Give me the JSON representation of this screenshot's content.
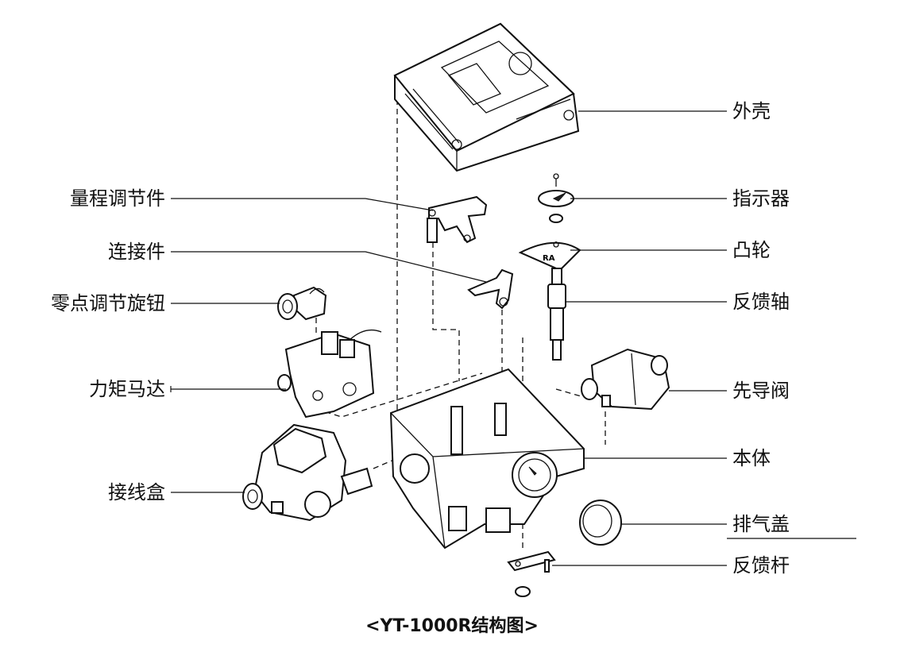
{
  "labels": {
    "housing": "外壳",
    "span_adjuster": "量程调节件",
    "indicator": "指示器",
    "connector": "连接件",
    "cam": "凸轮",
    "zero_knob": "零点调节旋钮",
    "feedback_shaft": "反馈轴",
    "torque_motor": "力矩马达",
    "pilot_valve": "先导阀",
    "body": "本体",
    "junction_box": "接线盒",
    "exhaust_cover": "排气盖",
    "feedback_lever": "反馈杆"
  },
  "cam_marking": "RA",
  "caption": "<YT-1000R结构图>"
}
